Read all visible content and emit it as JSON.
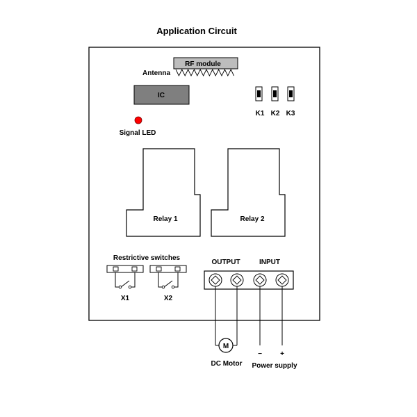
{
  "title": "Application Circuit",
  "rf_module": {
    "label": "RF module",
    "antenna_label": "Antenna"
  },
  "ic_label": "IC",
  "signal_led": {
    "label": "Signal LED",
    "color": "#ff0000"
  },
  "keys": [
    "K1",
    "K2",
    "K3"
  ],
  "relays": [
    "Relay 1",
    "Relay 2"
  ],
  "restrictive_switches": {
    "label": "Restrictive switches",
    "switches": [
      "X1",
      "X2"
    ]
  },
  "terminals": {
    "output_label": "OUTPUT",
    "input_label": "INPUT"
  },
  "dc_motor": {
    "label": "DC Motor",
    "symbol": "M"
  },
  "power_supply": {
    "label": "Power supply",
    "minus": "−",
    "plus": "+"
  },
  "colors": {
    "module_fill": "#bdbdbd",
    "ic_fill": "#7f7f7f",
    "line": "#000000"
  }
}
